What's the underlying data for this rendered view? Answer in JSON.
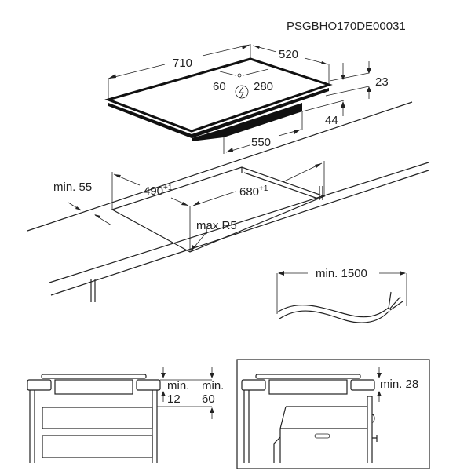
{
  "code": "PSGBHO170DE00031",
  "hob": {
    "width": "710",
    "depth": "520",
    "conn_a": "60",
    "conn_b": "280",
    "thickness": "23",
    "under_height": "44",
    "under_width": "550"
  },
  "cutout": {
    "depth": "490",
    "width": "680",
    "tolerance": "+1",
    "min_edge": "min. 55",
    "radius": "max R5"
  },
  "cable": {
    "length": "min. 1500"
  },
  "section_left": {
    "min_a_label": "min.",
    "min_a_value": "12",
    "min_b_label": "min.",
    "min_b_value": "60"
  },
  "section_right": {
    "min_label": "min. 28"
  }
}
